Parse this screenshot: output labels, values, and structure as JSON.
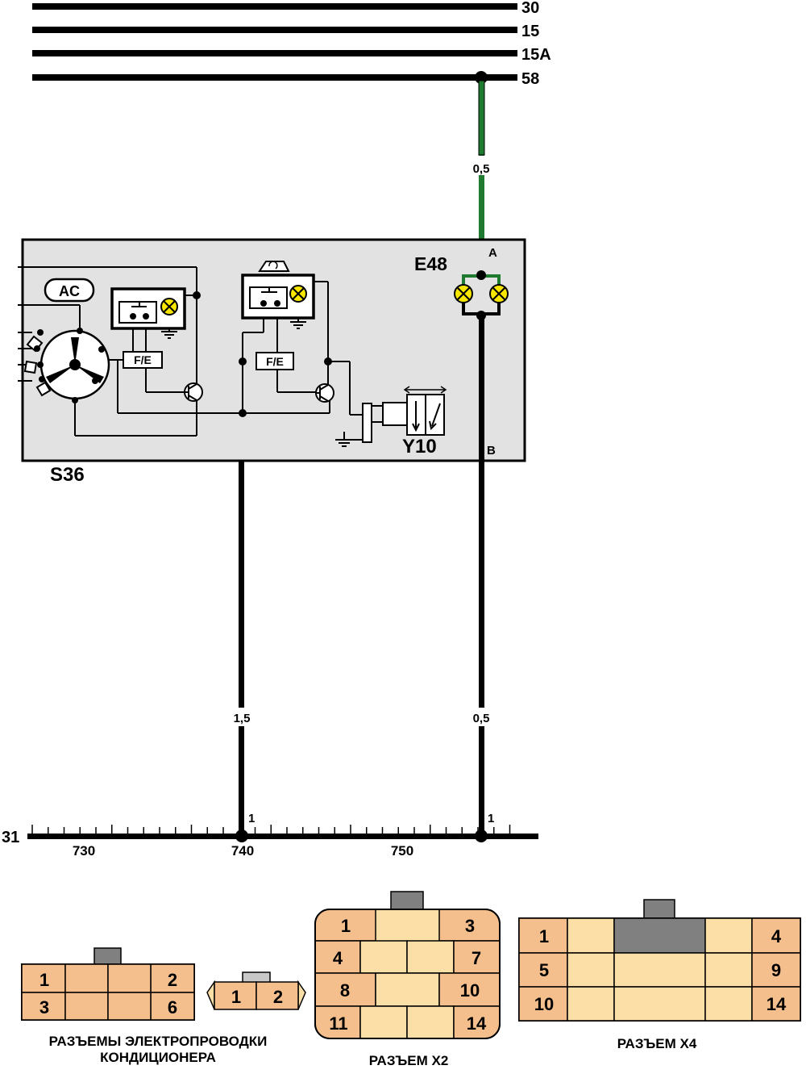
{
  "buses": [
    {
      "label": "30"
    },
    {
      "label": "15"
    },
    {
      "label": "15A"
    },
    {
      "label": "58"
    }
  ],
  "ground_bus": {
    "label": "31",
    "scale_labels": [
      "730",
      "740",
      "750"
    ],
    "pin_left": "1",
    "pin_right": "1"
  },
  "wires": {
    "green_gauge": "0,5",
    "left_gauge": "1,5",
    "right_gauge": "0,5",
    "green_color": "#1e7a2e"
  },
  "module": {
    "label": "S36",
    "ac_button": "AC",
    "fe_left": "F/E",
    "fe_right": "F/E",
    "actuator": "Y10",
    "lamp": "E48",
    "pin_a": "A",
    "pin_b": "B",
    "fill_color": "#e2e2e2"
  },
  "connectors": {
    "ac": {
      "caption_line1": "РАЗЪЕМЫ ЭЛЕКТРОПРОВОДКИ",
      "caption_line2": "КОНДИЦИОНЕРА",
      "six_pin": [
        "1",
        "2",
        "3",
        "6"
      ],
      "two_pin": [
        "1",
        "2"
      ]
    },
    "x2": {
      "caption": "РАЗЪЕМ X2",
      "pins": [
        "1",
        "3",
        "4",
        "7",
        "8",
        "10",
        "11",
        "14"
      ]
    },
    "x4": {
      "caption": "РАЗЪЕМ X4",
      "pins": [
        "1",
        "4",
        "5",
        "9",
        "10",
        "14"
      ]
    },
    "colors": {
      "pin": "#f4bf8c",
      "blank": "#fbdfa6",
      "key": "#808080"
    }
  }
}
